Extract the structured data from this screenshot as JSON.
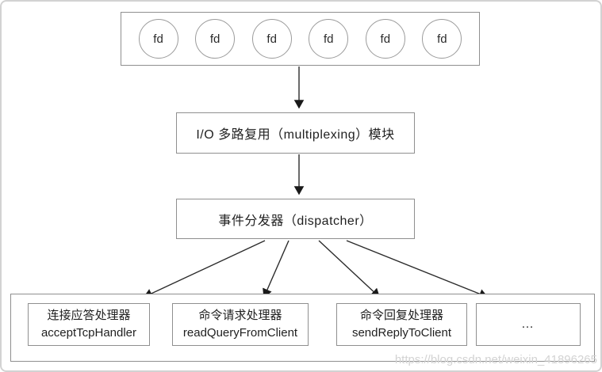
{
  "diagram": {
    "fd_box": {
      "items": [
        "fd",
        "fd",
        "fd",
        "fd",
        "fd",
        "fd"
      ]
    },
    "multiplexing_box": {
      "label": "I/O 多路复用（multiplexing）模块"
    },
    "dispatcher_box": {
      "label": "事件分发器（dispatcher）"
    },
    "handlers": [
      {
        "title": "连接应答处理器",
        "subtitle": "acceptTcpHandler"
      },
      {
        "title": "命令请求处理器",
        "subtitle": "readQueryFromClient"
      },
      {
        "title": "命令回复处理器",
        "subtitle": "sendReplyToClient"
      },
      {
        "title": "…",
        "subtitle": ""
      }
    ],
    "watermark": "https://blog.csdn.net/weixin_41896265"
  },
  "colors": {
    "line": "#2b2b2b",
    "box_border": "#8f8f8f",
    "text": "#1f1f1f",
    "watermark": "#d3d3d3",
    "background": "#ffffff"
  }
}
